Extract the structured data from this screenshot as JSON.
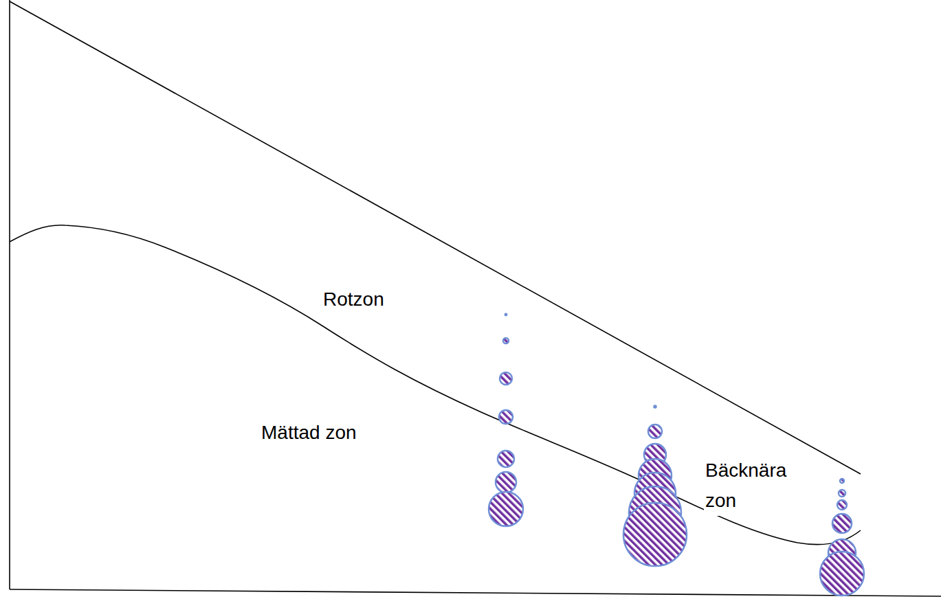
{
  "diagram": {
    "labels": [
      "Rotzon",
      "Mättad zon",
      "Bäcknära zon"
    ]
  }
}
